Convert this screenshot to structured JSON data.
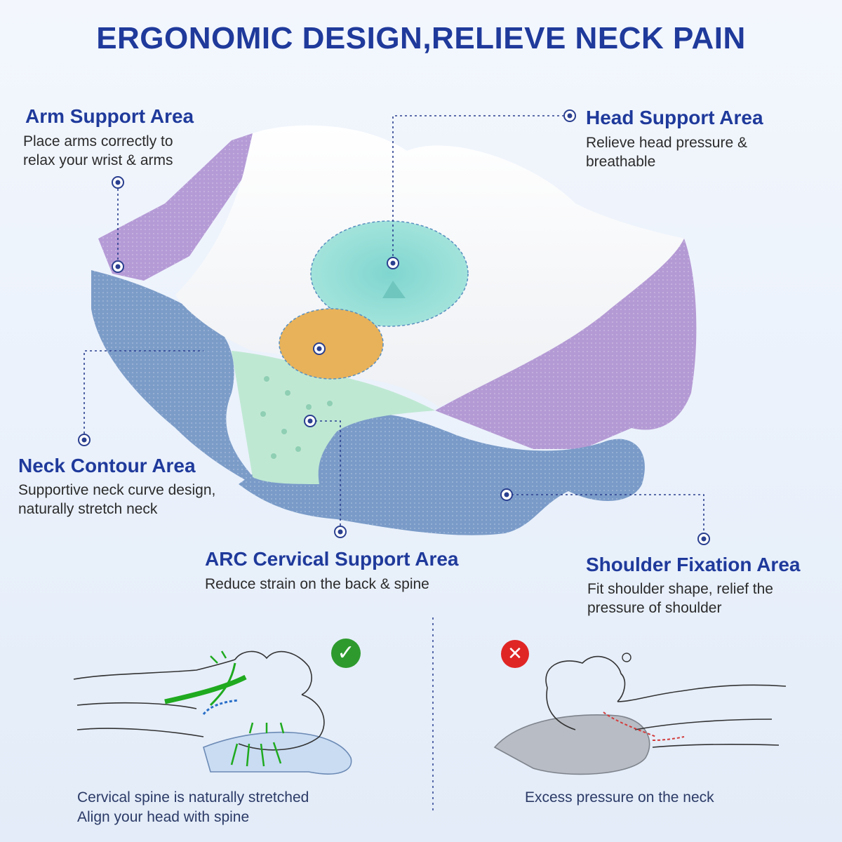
{
  "title": "ERGONOMIC DESIGN,RELIEVE NECK PAIN",
  "areas": {
    "arm": {
      "heading": "Arm Support Area",
      "desc1": "Place arms correctly to",
      "desc2": "relax your wrist & arms"
    },
    "head": {
      "heading": "Head Support Area",
      "desc1": "Relieve head pressure &",
      "desc2": "breathable"
    },
    "neck": {
      "heading": "Neck Contour Area",
      "desc1": "Supportive neck curve design,",
      "desc2": "naturally stretch neck"
    },
    "arc": {
      "heading": "ARC Cervical Support Area",
      "desc1": "Reduce strain on the back & spine"
    },
    "shoulder": {
      "heading": "Shoulder Fixation Area",
      "desc1": "Fit shoulder shape, relief the",
      "desc2": "pressure of shoulder"
    }
  },
  "comparison": {
    "good": {
      "line1": "Cervical spine is naturally stretched",
      "line2": "Align your head with spine",
      "icon": "check-icon",
      "color": "#2e9a2e"
    },
    "bad": {
      "line1": "Excess pressure on the neck",
      "icon": "cross-icon",
      "color": "#e02525"
    }
  },
  "colors": {
    "heading": "#1f3a9b",
    "purple": "#b49ad4",
    "blue": "#7f9fc9",
    "mint": "#bfe8d4",
    "teal_zone": "#9fe0d8",
    "orange_zone": "#e9b45a"
  }
}
